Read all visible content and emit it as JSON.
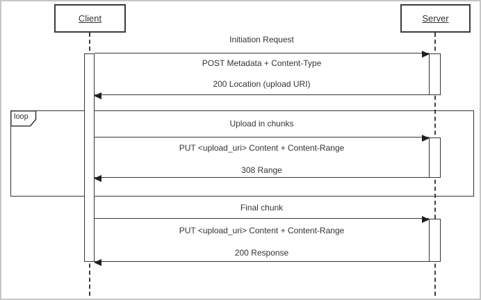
{
  "diagram": {
    "type": "uml-sequence-diagram",
    "actors": {
      "client": {
        "label": "Client"
      },
      "server": {
        "label": "Server"
      }
    },
    "loop_fragment": {
      "operator": "loop"
    },
    "sections": [
      {
        "title": "Initiation Request",
        "request": "POST Metadata + Content-Type",
        "response": "200 Location (upload URI)"
      },
      {
        "title": "Upload in chunks",
        "request": "PUT <upload_uri> Content + Content-Range",
        "response": "308 Range"
      },
      {
        "title": "Final chunk",
        "request": "PUT <upload_uri> Content + Content-Range",
        "response": "200 Response"
      }
    ],
    "colors": {
      "line": "#333333",
      "text": "#333333",
      "arrow": "#1f1f1f",
      "background": "#ffffff",
      "canvas_border": "#c6c6c6"
    }
  }
}
